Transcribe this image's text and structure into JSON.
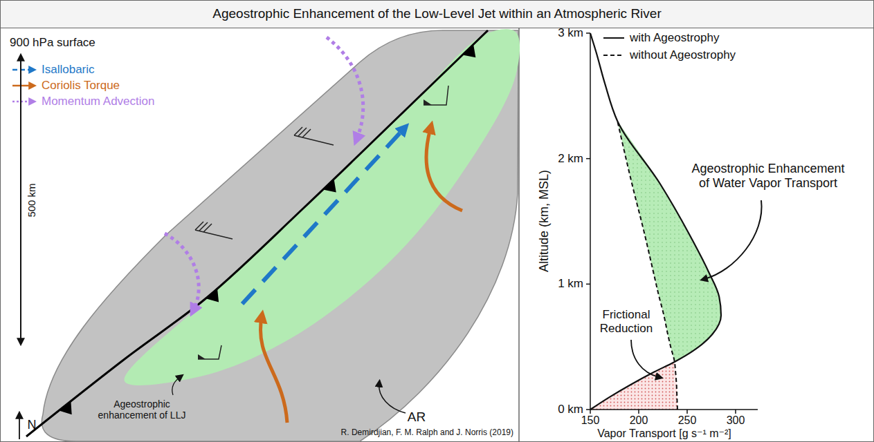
{
  "diagram": {
    "title": "Ageostrophic Enhancement of the Low-Level Jet within an Atmospheric River",
    "labels": [
      "900 hPa surface",
      "500 km",
      "N",
      "Ageostrophic enhancement of LLJ",
      "AR",
      "R. Demirdjian, F. M. Ralph and J. Norris (2019)",
      "3 km",
      "2 km",
      "1 km",
      "0 km",
      "Altitude (km, MSL)",
      "150",
      "200",
      "250",
      "300",
      "Vapor Transport [g s⁻¹ m⁻²]",
      "Ageostrophic Enhancement of Water Vapor Transport",
      "Frictional Reduction"
    ],
    "legend": [
      {
        "text": "Isallobaric"
      },
      {
        "text": "Coriolis Torque"
      },
      {
        "text": "Momentum Advection"
      },
      {
        "text": "with Ageostrophy"
      },
      {
        "text": "without Ageostrophy"
      }
    ]
  }
}
